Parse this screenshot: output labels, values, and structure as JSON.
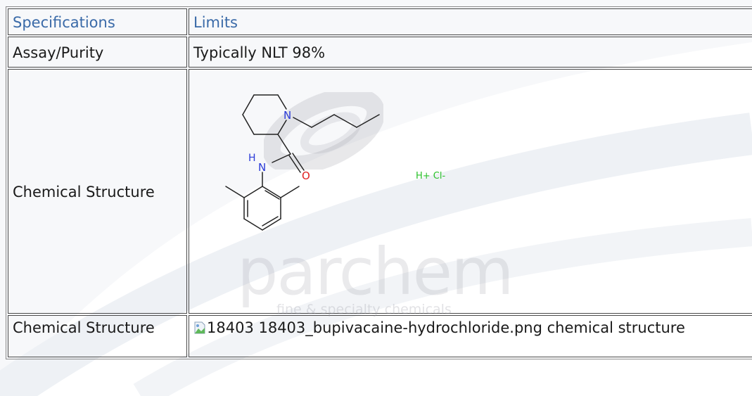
{
  "table": {
    "header": {
      "spec": "Specifications",
      "limit": "Limits"
    },
    "rows": [
      {
        "spec": "Assay/Purity",
        "limit": "Typically NLT 98%"
      },
      {
        "spec": "Chemical Structure",
        "image_alt": ""
      },
      {
        "spec": "Chemical Structure",
        "limit": "18403 18403_bupivacaine-hydrochloride.png chemical structure"
      }
    ]
  },
  "structure": {
    "atoms": {
      "nitrogen_ring": "N",
      "nitrogen_amide": "N",
      "hydrogen": "H",
      "oxygen": "O",
      "salt": "H+ Cl-"
    }
  },
  "watermark": {
    "brand": "parchem",
    "tagline": "fine & specialty chemicals"
  },
  "colors": {
    "header_text": "#3a6aa8",
    "nitrogen": "#2a3ad8",
    "oxygen": "#e02020",
    "chlorine": "#28c028",
    "border": "#4a4a4a"
  }
}
